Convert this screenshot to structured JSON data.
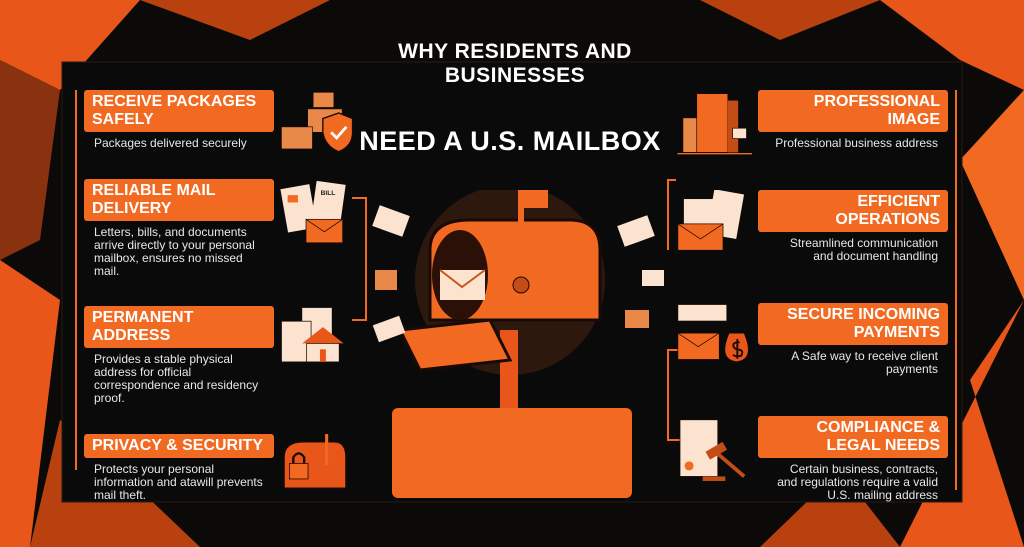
{
  "title_top": "WHY RESIDENTS AND BUSINESSES",
  "title_main": "NEED A U.S. MAILBOX",
  "left": [
    {
      "title": "RECEIVE PACKAGES SAFELY",
      "desc": "Packages delivered securely",
      "icon": "package-shield-icon"
    },
    {
      "title": "RELIABLE MAIL DELIVERY",
      "desc": "Letters, bills, and documents arrive directly to your personal mailbox, ensures no missed mail.",
      "icon": "bill-envelope-icon",
      "icon_text": "BILL"
    },
    {
      "title": "PERMANENT ADDRESS",
      "desc": "Provides a stable physical address for official correspondence and residency proof.",
      "icon": "house-document-icon"
    },
    {
      "title": "PRIVACY & SECURITY",
      "desc": "Protects your personal information and atawill prevents mail theft.",
      "icon": "padlock-mailbox-icon"
    }
  ],
  "right": [
    {
      "title": "PROFESSIONAL IMAGE",
      "desc": "Professional business address",
      "icon": "office-building-icon"
    },
    {
      "title": "EFFICIENT OPERATIONS",
      "desc": "Streamlined communication and document handling",
      "icon": "documents-envelope-icon"
    },
    {
      "title": "SECURE INCOMING PAYMENTS",
      "desc": "A Safe way to receive client payments",
      "icon": "check-money-bag-icon"
    },
    {
      "title": "COMPLIANCE & LEGAL NEEDS",
      "desc": "Certain business, contracts, and regulations require a valid U.S. mailing address",
      "icon": "gavel-contract-icon"
    }
  ],
  "colors": {
    "accent": "#f26a21",
    "background": "#0c0a09"
  }
}
